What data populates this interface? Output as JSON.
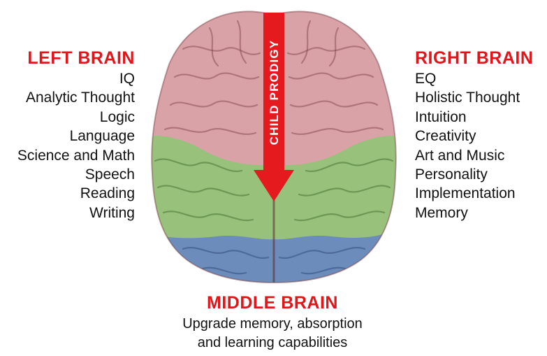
{
  "left": {
    "title": "LEFT BRAIN",
    "items": [
      "IQ",
      "Analytic Thought",
      "Logic",
      "Language",
      "Science and Math",
      "Speech",
      "Reading",
      "Writing"
    ]
  },
  "right": {
    "title": "RIGHT BRAIN",
    "items": [
      "EQ",
      "Holistic Thought",
      "Intuition",
      "Creativity",
      "Art and Music",
      "Personality",
      "Implementation",
      "Memory"
    ]
  },
  "middle": {
    "title": "MIDDLE BRAIN",
    "line1": "Upgrade memory, absorption",
    "line2": "and learning capabilities"
  },
  "arrow": {
    "label": "CHILD PRODIGY"
  },
  "colors": {
    "accent_red": "#e0161b",
    "brain_pink": "#dba3a8",
    "brain_green": "#97c27a",
    "brain_blue": "#6b8bbb"
  }
}
